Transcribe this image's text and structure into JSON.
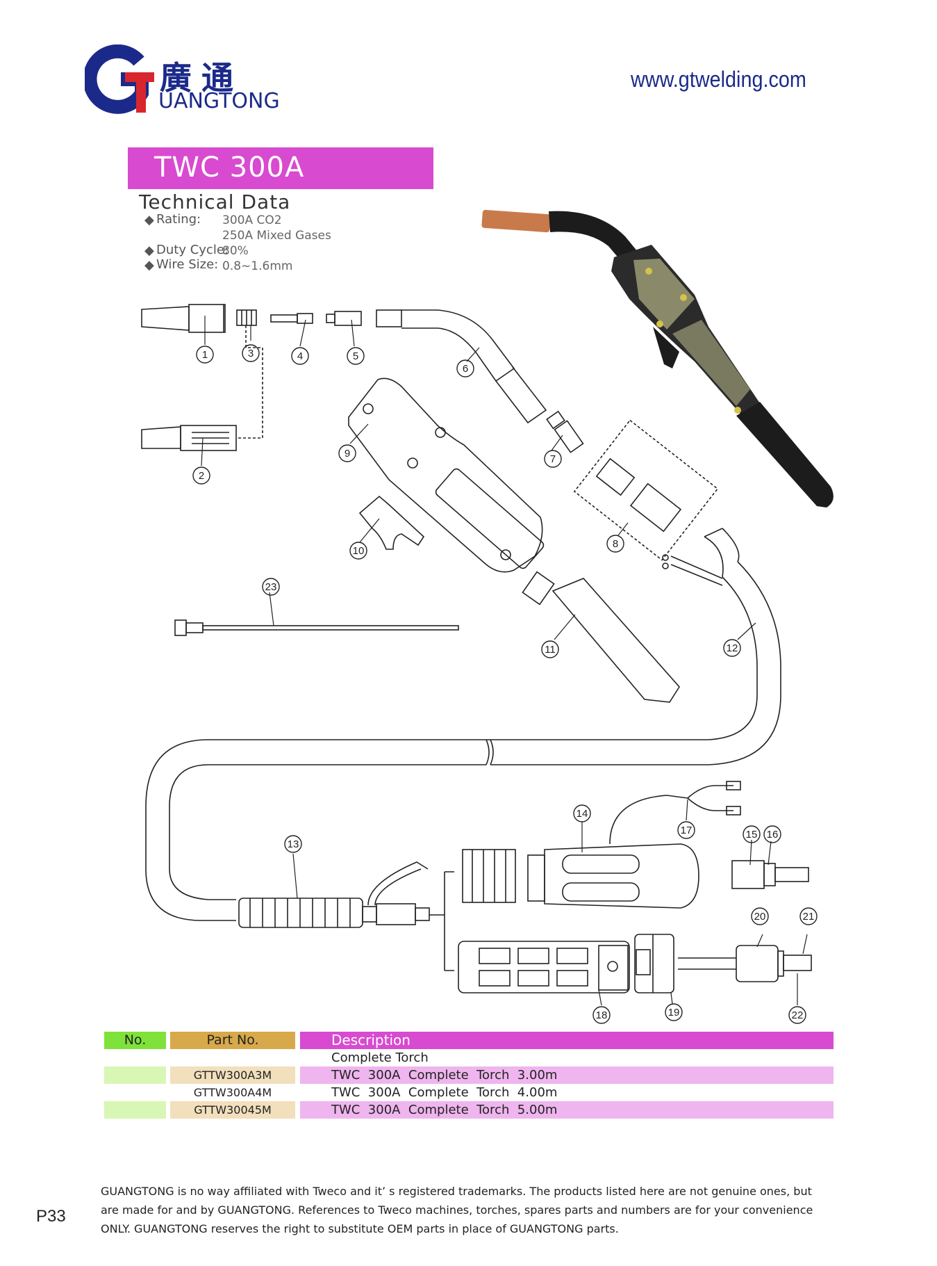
{
  "header": {
    "logo_letter": "G",
    "logo_chinese": "廣通",
    "logo_english": "UANGTONG",
    "website": "www.gtwelding.com",
    "colors": {
      "brand_blue": "#1b2a8a",
      "logo_red": "#d8262e",
      "title_magenta": "#d84ad0"
    }
  },
  "product": {
    "title": "TWC 300A",
    "tech_heading": "Technical Data",
    "specs": [
      {
        "label": "Rating:",
        "values": [
          "300A CO2",
          "250A Mixed Gases"
        ]
      },
      {
        "label": "Duty Cycle:",
        "values": [
          "80%"
        ]
      },
      {
        "label": "Wire Size:",
        "values": [
          "0.8~1.6mm"
        ]
      }
    ]
  },
  "diagram": {
    "callouts": [
      "1",
      "2",
      "3",
      "4",
      "5",
      "6",
      "7",
      "8",
      "9",
      "10",
      "11",
      "12",
      "13",
      "14",
      "15",
      "16",
      "17",
      "18",
      "19",
      "20",
      "21",
      "22",
      "23"
    ]
  },
  "table": {
    "headers": {
      "no": "No.",
      "part": "Part No.",
      "desc": "Description"
    },
    "header_colors": {
      "no": "#7fe23a",
      "part": "#d7a94a",
      "desc": "#d84ad0"
    },
    "section_label": "Complete Torch",
    "rows": [
      {
        "no": "",
        "part": "GTTW300A3M",
        "desc": "TWC  300A  Complete  Torch  3.00m"
      },
      {
        "no": "",
        "part": "GTTW300A4M",
        "desc": "TWC  300A  Complete  Torch  4.00m"
      },
      {
        "no": "",
        "part": "GTTW30045M",
        "desc": "TWC  300A  Complete  Torch  5.00m"
      }
    ]
  },
  "footer": {
    "disclaimer": [
      "GUANGTONG is no way affiliated with Tweco and it’ s registered trademarks. The products listed here are not genuine ones, but",
      "are made for and by GUANGTONG. References to Tweco machines, torches, spares parts and numbers are for your convenience",
      "ONLY. GUANGTONG reserves the right to substitute OEM parts in place of GUANGTONG parts."
    ],
    "page_number": "P33"
  }
}
